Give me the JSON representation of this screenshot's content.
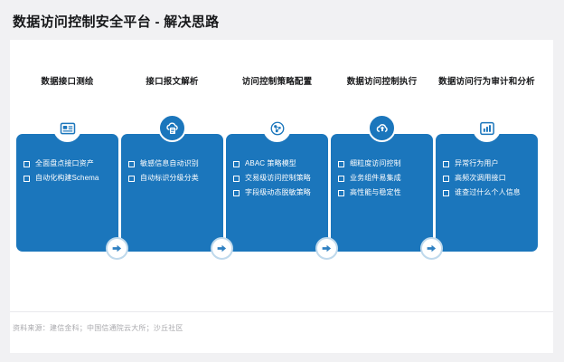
{
  "slide": {
    "title": "数据访问控制安全平台 - 解决思路",
    "footer": "资料来源：建信金科；中国信通院云大所；沙丘社区",
    "accent_color": "#1b76bc",
    "background_color": "#f1f1f3",
    "card_color": "#ffffff",
    "arrow_ring_color": "#bfd9ec"
  },
  "columns": [
    {
      "heading": "数据接口测绘",
      "icon": "id-card-icon",
      "icon_style": "outline",
      "bullets": [
        "全面盘点接口资产",
        "自动化构建Schema"
      ]
    },
    {
      "heading": "接口报文解析",
      "icon": "cloud-document-icon",
      "icon_style": "filled",
      "bullets": [
        "敏感信息自动识别",
        "自动标识分级分类"
      ]
    },
    {
      "heading": "访问控制策略配置",
      "icon": "policy-network-icon",
      "icon_style": "outline",
      "bullets": [
        "ABAC 策略模型",
        "交易级访问控制策略",
        "字段级动态脱敏策略"
      ]
    },
    {
      "heading": "数据访问控制执行",
      "icon": "cloud-sync-icon",
      "icon_style": "filled",
      "bullets": [
        "细粒度访问控制",
        "业务组件易集成",
        "高性能与稳定性"
      ]
    },
    {
      "heading": "数据访问行为审计和分析",
      "icon": "bar-chart-icon",
      "icon_style": "outline",
      "bullets": [
        "异常行为用户",
        "高频次调用接口",
        "谁查过什么个人信息"
      ]
    }
  ],
  "arrows": [
    {
      "name": "arrow-right-icon"
    },
    {
      "name": "arrow-right-icon"
    },
    {
      "name": "arrow-right-icon"
    },
    {
      "name": "arrow-right-icon"
    }
  ]
}
